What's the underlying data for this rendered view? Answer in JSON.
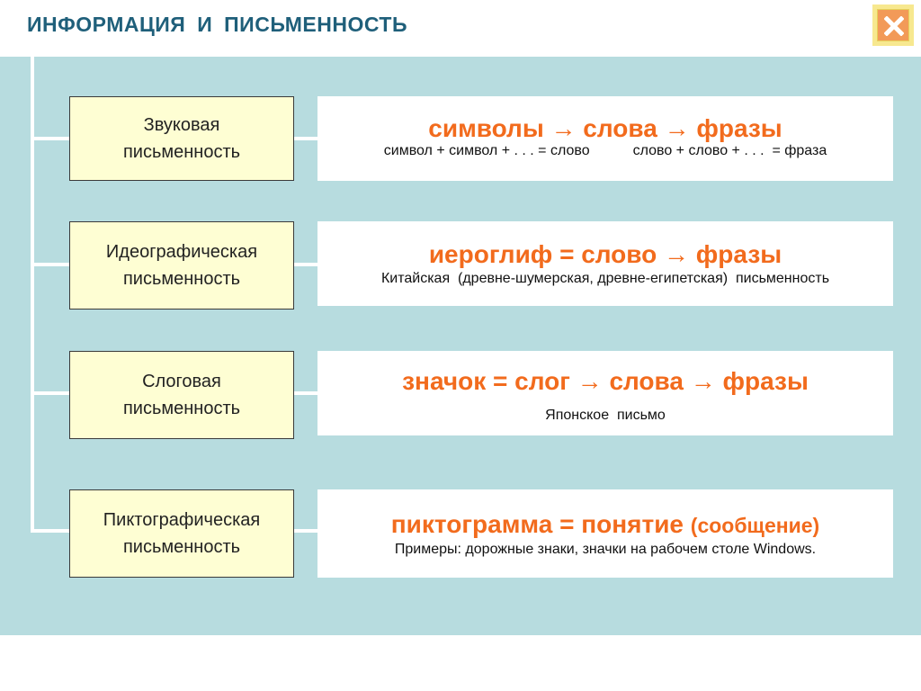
{
  "header": {
    "title": "ИНФОРМАЦИЯ  И  ПИСЬМЕННОСТЬ",
    "close_icon": "close-icon"
  },
  "colors": {
    "title": "#1f5f7a",
    "panel": "#b7dcdf",
    "label_bg": "#fefed3",
    "accent": "#f26b1d",
    "close_outer": "#f7e88f",
    "close_inner": "#f29a58"
  },
  "rows": [
    {
      "label_line1": "Звуковая",
      "label_line2": "письменность",
      "formula": "символы → слова → фразы",
      "subs": [
        "символ + символ + . . . = слово",
        "слово + слово + . . .  = фраза"
      ]
    },
    {
      "label_line1": "Идеографическая",
      "label_line2": "письменность",
      "formula": "иероглиф = слово → фразы",
      "subs": [
        "Китайская  (древне-шумерская, древне-египетская)  письменность"
      ]
    },
    {
      "label_line1": "Слоговая",
      "label_line2": "письменность",
      "formula": "значок = слог → слова → фразы",
      "subs": [
        "Японское  письмо"
      ]
    },
    {
      "label_line1": "Пиктографическая",
      "label_line2": "письменность",
      "formula": "пиктограмма = понятие",
      "formula_extra": "(сообщение)",
      "subs": [
        "Примеры: дорожные знаки, значки на рабочем столе Windows."
      ]
    }
  ]
}
